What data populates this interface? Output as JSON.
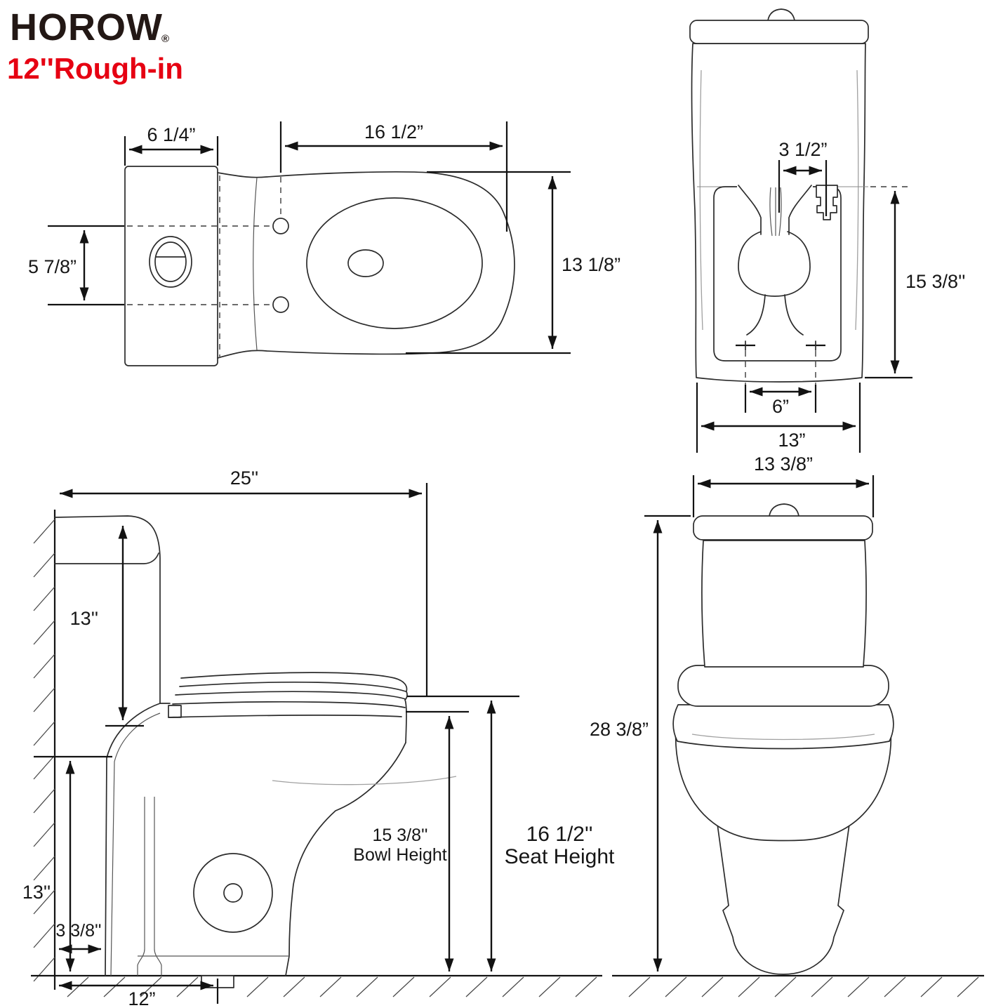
{
  "header": {
    "brand": "HOROW",
    "registered": "®",
    "rough_in": "12''Rough-in"
  },
  "colors": {
    "accent": "#e60012",
    "ink": "#161616",
    "logo": "#231815"
  },
  "top_view": {
    "tank_depth": "6 1/4”",
    "rim_length": "16 1/2”",
    "trap_offset": "5 7/8”",
    "bowl_width": "13 1/8”"
  },
  "rear_view": {
    "valve_offset": "3 1/2”",
    "tank_height": "15 3/8''",
    "bolt_spacing": "6”",
    "body_width": "13”"
  },
  "side_view": {
    "total_depth": "25''",
    "tank_height": "13''",
    "rear_body_height": "13''",
    "wall_clearance": "3 3/8''",
    "rough_in": "12”",
    "bowl_height_value": "15 3/8''",
    "bowl_height_label": "Bowl Height",
    "seat_height_value": "16 1/2''",
    "seat_height_label": "Seat Height"
  },
  "front_view": {
    "tank_width": "13 3/8”",
    "total_height": "28 3/8”"
  }
}
